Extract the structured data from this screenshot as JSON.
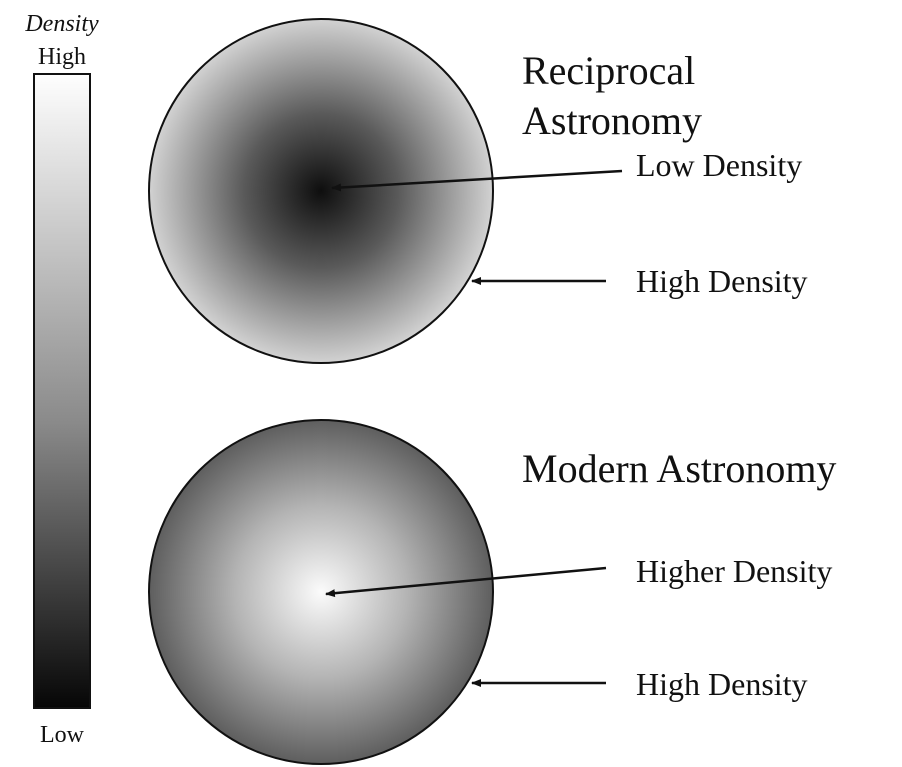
{
  "legend": {
    "title": "Density",
    "top_label": "High",
    "bottom_label": "Low"
  },
  "panels": [
    {
      "title_lines": [
        "Reciprocal",
        "Astronomy"
      ],
      "center_label": "Low Density",
      "edge_label": "High Density"
    },
    {
      "title_lines": [
        "Modern Astronomy"
      ],
      "center_label": "Higher Density",
      "edge_label": "High Density"
    }
  ],
  "colors": {
    "dark": "#111111",
    "light": "#ffffff",
    "reciprocal_center": "#0e0e0e",
    "reciprocal_edge": "#d2d2d2",
    "modern_center": "#fbfbfb",
    "modern_edge": "#5e5e5e"
  }
}
